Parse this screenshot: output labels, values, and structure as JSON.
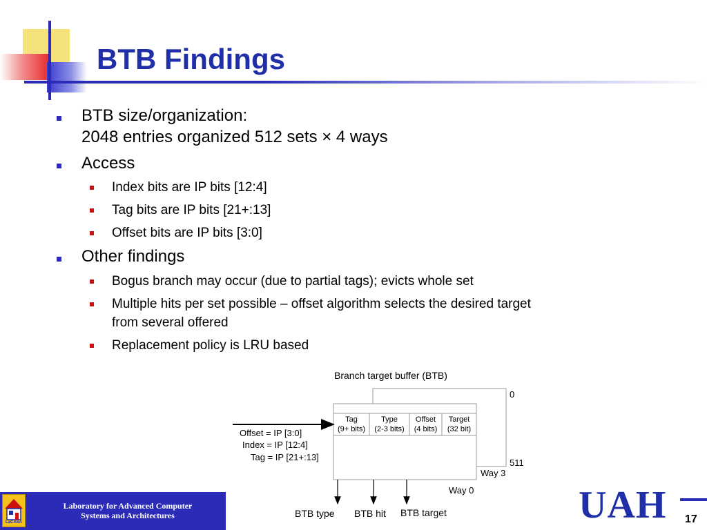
{
  "slide": {
    "title": "BTB Findings",
    "bullets": [
      {
        "line1": "BTB size/organization:",
        "line2": "2048 entries organized 512 sets × 4 ways"
      },
      {
        "line1": "Access"
      },
      {
        "line1": "Other findings"
      }
    ],
    "access_sub": [
      "Index bits are IP bits [12:4]",
      "Tag bits are IP bits [21+:13]",
      "Offset bits are IP bits [3:0]"
    ],
    "other_sub": [
      {
        "line1": "Bogus branch may occur (due to partial tags); evicts whole set"
      },
      {
        "line1": "Multiple hits per set possible – offset algorithm selects the desired target",
        "line2": "from several offered"
      },
      {
        "line1": "Replacement policy is LRU based"
      }
    ]
  },
  "diagram": {
    "caption": "Branch target buffer (BTB)",
    "row_top": "0",
    "row_bottom": "511",
    "way3": "Way 3",
    "way0": "Way 0",
    "fields": [
      {
        "name": "Tag",
        "size": "(9+ bits)"
      },
      {
        "name": "Type",
        "size": "(2-3 bits)"
      },
      {
        "name": "Offset",
        "size": "(4 bits)"
      },
      {
        "name": "Target",
        "size": "(32 bit)"
      }
    ],
    "inputs": [
      "Offset = IP [3:0]",
      "Index = IP [12:4]",
      "Tag = IP [21+:13]"
    ],
    "outputs": [
      "BTB type",
      "BTB hit",
      "BTB target"
    ]
  },
  "footer": {
    "lab_line1": "Laboratory for Advanced Computer",
    "lab_line2": "Systems and Architectures",
    "lab_logo_text": "LaCASA",
    "uni_logo": "UAH",
    "page_number": "17"
  },
  "colors": {
    "title": "#1f2fa8",
    "bullet_level1": "#2b2bb8",
    "bullet_level2": "#cc1111",
    "footer_band": "#2b2bb8"
  }
}
